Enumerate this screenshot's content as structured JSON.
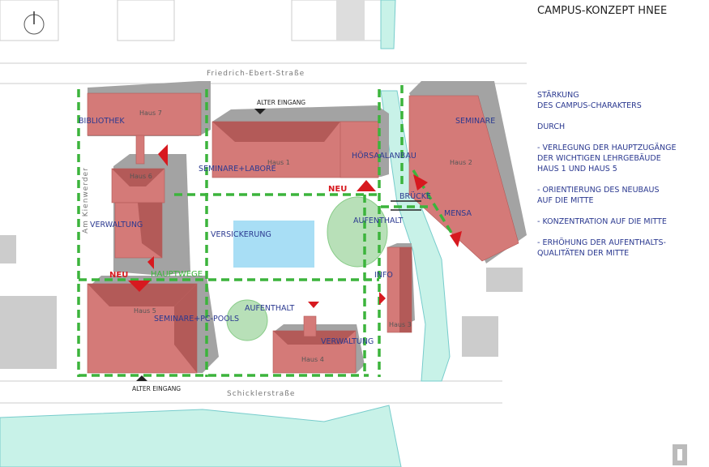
{
  "title": "CAMPUS-KONZEPT  HNEE",
  "notes": [
    [
      "STÄRKUNG",
      "DES CAMPUS-CHARAKTERS"
    ],
    [
      "DURCH"
    ],
    [
      "- VERLEGUNG DER HAUPTZUGÄNGE",
      "DER WICHTIGEN LEHRGEBÄUDE",
      "HAUS 1 UND HAUS 5"
    ],
    [
      "- ORIENTIERUNG DES NEUBAUS",
      "AUF DIE MITTE"
    ],
    [
      "- KONZENTRATION AUF DIE MITTE"
    ],
    [
      "- ERHÖHUNG DER AUFENTHALTS-",
      "QUALITÄTEN DER MITTE"
    ]
  ],
  "streets": {
    "top": "Friedrich-Ebert-Straße",
    "bottom": "Schicklerstraße",
    "left": "Am Kienwerder"
  },
  "buildings": {
    "haus7": "Haus 7",
    "haus6": "Haus 6",
    "haus1": "Haus 1",
    "haus2": "Haus 2",
    "haus3": "Haus 3",
    "haus4": "Haus 4",
    "haus5": "Haus 5"
  },
  "labels": {
    "bibliothek": "BIBLIOTHEK",
    "verwaltung1": "VERWALTUNG",
    "seminare_labore": "SEMINARE+LABORE",
    "hoersaal": "HÖRSAALANBAU",
    "seminare": "SEMINARE",
    "bruecke": "BRÜCKE",
    "mensa": "MENSA",
    "aufenthalt1": "AUFENTHALT",
    "versickerung": "VERSICKERUNG",
    "info": "INFO",
    "seminare_pc": "SEMINARE+PC-POOLS",
    "aufenthalt2": "AUFENTHALT",
    "verwaltung2": "VERWALTUNG",
    "hauptwege": "HAUPTWEGE",
    "neu1": "NEU",
    "neu2": "NEU",
    "alter_eingang_top": "ALTER EINGANG",
    "alter_eingang_bottom": "ALTER EINGANG"
  },
  "colors": {
    "building": "#d47a78",
    "path": "#3cb43c",
    "label": "#2b3990",
    "arrow": "#d7191f",
    "water": "#c8f2e8"
  }
}
